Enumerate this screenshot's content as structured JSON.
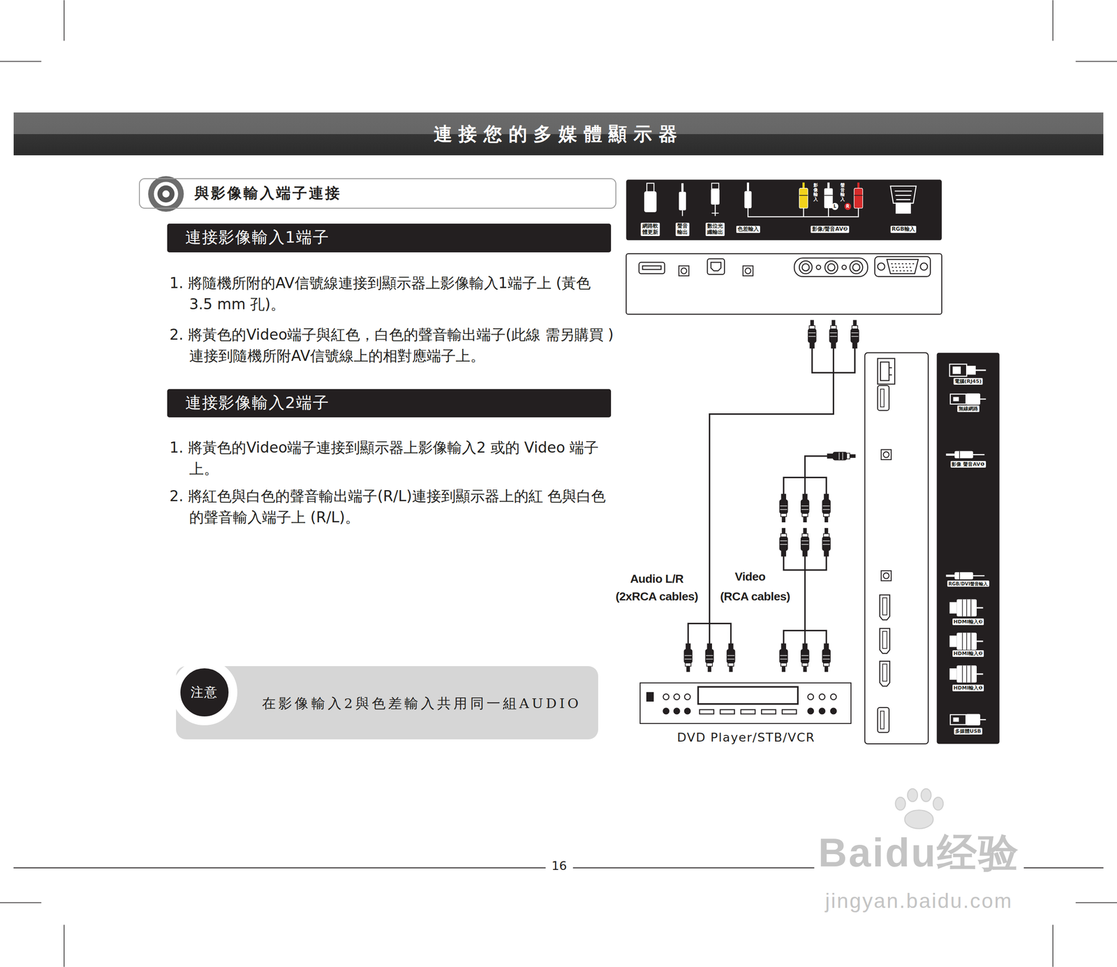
{
  "diagram": {
    "title": "連接您的多媒體顯示器",
    "nodes": [
      {
        "text": [
          "與影像輸入端子連接"
        ]
      },
      {
        "text": [
          "連接影像輸入1端子"
        ]
      },
      {
        "text": [
          "連接影像輸入2端子"
        ]
      },
      {
        "text": [
          "在影像輸入2與色差輸入共用同一組AUDIO"
        ]
      },
      {
        "text": [
          "注意"
        ],
        "in": 3
      },
      {
        "text": [
          "網路軟體更新",
          "聲音輸出",
          "數位光纖輸出",
          "色差輸入",
          "影像輸入",
          "聲音輸入",
          "L",
          "R",
          "影像/聲音AV❷",
          "RGB輸入"
        ]
      },
      {
        "text": [
          "電腦(RJ45)",
          "無線網路",
          "影像 聲音AV❶",
          "RGB/DVI聲音輸入",
          "HDMI輸入❸",
          "HDMI輸入❷",
          "HDMI輸入❶",
          "多媒體USB"
        ]
      },
      {
        "text": [
          "DVD Player/STB/VCR"
        ]
      }
    ],
    "labels": [
      "1. 將隨機所附的AV信號線連接到顯示器上影像輸入1端子上 (黃色 3.5 mm 孔)。",
      "2. 將黃色的Video端子與紅色，白色的聲音輸出端子(此線 需另購買 )連接到隨機所附AV信號線上的相對應端子上。",
      "1. 將黃色的Video端子連接到顯示器上影像輸入2 或的 Video 端子上。",
      "2. 將紅色與白色的聲音輸出端子(R/L)連接到顯示器上的紅 色與白色的聲音輸入端子上 (R/L)。",
      "Audio L/R",
      "(2xRCA cables)",
      "Video",
      "(RCA cables)",
      "16",
      "Baidu经验",
      "jingyan.baidu.com"
    ]
  }
}
